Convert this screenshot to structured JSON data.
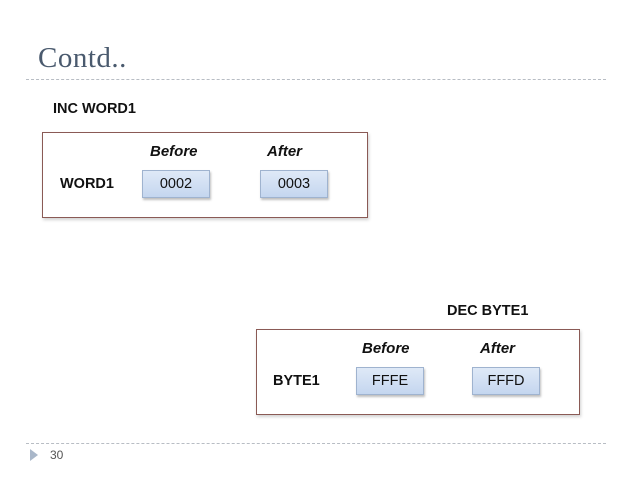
{
  "slide": {
    "title": "Contd..",
    "page_number": "30"
  },
  "inc_example": {
    "instruction": "INC WORD1",
    "before_label": "Before",
    "after_label": "After",
    "row_label": "WORD1",
    "before_value": "0002",
    "after_value": "0003"
  },
  "dec_example": {
    "instruction": "DEC BYTE1",
    "before_label": "Before",
    "after_label": "After",
    "row_label": "BYTE1",
    "before_value": "FFFE",
    "after_value": "FFFD"
  },
  "colors": {
    "title": "#4a5a6e",
    "frame_border": "#8a5a55",
    "cell_fill": "#c4d6ef"
  }
}
